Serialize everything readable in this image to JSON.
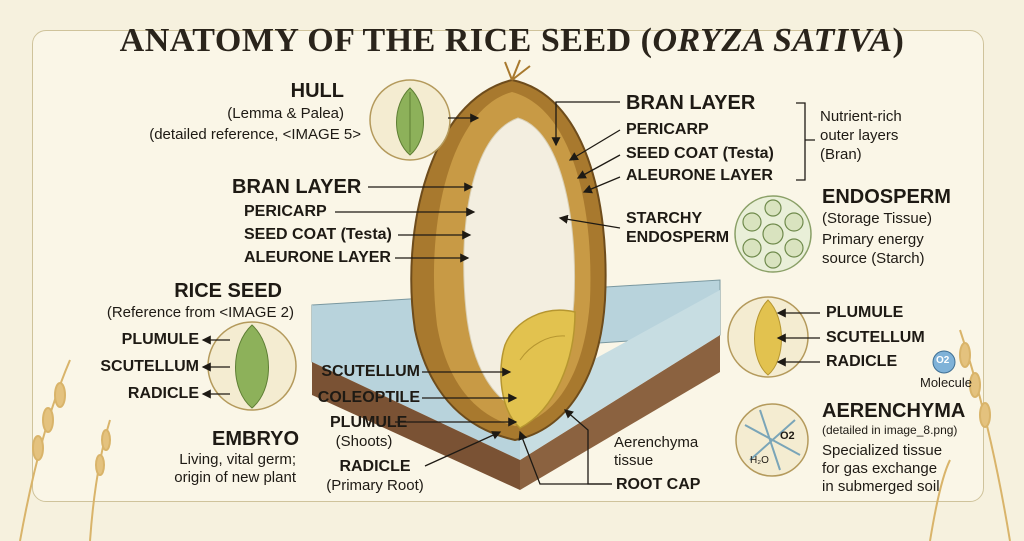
{
  "title": {
    "main": "ANATOMY OF THE RICE SEED (",
    "italic": "ORYZA SATIVA",
    "end": ")"
  },
  "left": {
    "hull": {
      "heading": "HULL",
      "sub1": "(Lemma & Palea)",
      "sub2": "(detailed reference, <IMAGE 5>"
    },
    "bran": {
      "heading": "BRAN LAYER",
      "items": [
        "PERICARP",
        "SEED COAT (Testa)",
        "ALEURONE LAYER"
      ]
    },
    "rice_seed": {
      "heading": "RICE SEED",
      "sub": "(Reference from <IMAGE 2)",
      "items": [
        "PLUMULE",
        "SCUTELLUM",
        "RADICLE"
      ]
    },
    "embryo": {
      "heading": "EMBRYO",
      "line1": "Living, vital germ;",
      "line2": "origin of new plant"
    }
  },
  "center": {
    "labels": [
      "SCUTELLUM",
      "COLEOPTILE",
      "PLUMULE",
      "(Shoots)",
      "RADICLE",
      "(Primary Root)"
    ],
    "aerenchyma": [
      "Aerenchyma",
      "tissue"
    ],
    "root_cap": "ROOT CAP"
  },
  "right": {
    "bran": {
      "heading": "BRAN LAYER",
      "items": [
        "PERICARP",
        "SEED COAT (Testa)",
        "ALEURONE LAYER"
      ],
      "note": [
        "Nutrient-rich",
        "outer layers",
        "(Bran)"
      ]
    },
    "starchy": [
      "STARCHY",
      "ENDOSPERM"
    ],
    "endosperm": {
      "heading": "ENDOSPERM",
      "sub": "(Storage Tissue)",
      "line1": "Primary energy",
      "line2": "source (Starch)"
    },
    "embryo_items": [
      "PLUMULE",
      "SCUTELLUM",
      "RADICLE"
    ],
    "o2_badge": "O2",
    "molecule": "Molecule",
    "aerenchyma": {
      "heading": "AERENCHYMA",
      "sub": "(detailed in image_8.png)",
      "line1": "Specialized tissue",
      "line2": "for gas exchange",
      "line3": "in submerged soil"
    },
    "inset_o2": "O2",
    "inset_h2o": "H₂O"
  },
  "colors": {
    "hull": "#a8792e",
    "bran": "#c89a45",
    "endosperm": "#f3eee0",
    "embryo": "#e2c24f",
    "soil": "#7a5234",
    "water": "#b8d3dc",
    "background": "#f6f1de"
  }
}
